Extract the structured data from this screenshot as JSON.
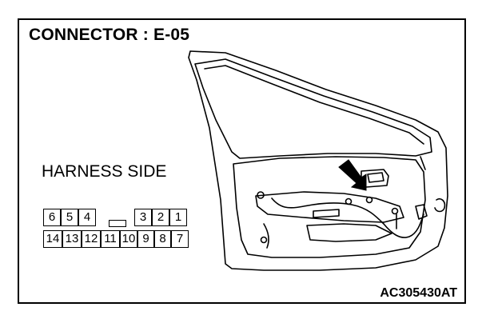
{
  "diagram": {
    "title": "CONNECTOR : E-05",
    "view_label": "HARNESS SIDE",
    "reference_code": "AC305430AT",
    "connector": {
      "top_row": [
        "6",
        "5",
        "4",
        "",
        "",
        "3",
        "2",
        "1"
      ],
      "bottom_row": [
        "14",
        "13",
        "12",
        "11",
        "10",
        "9",
        "8",
        "7"
      ]
    },
    "illustration": "door-trim-panel-with-connector-arrow"
  }
}
